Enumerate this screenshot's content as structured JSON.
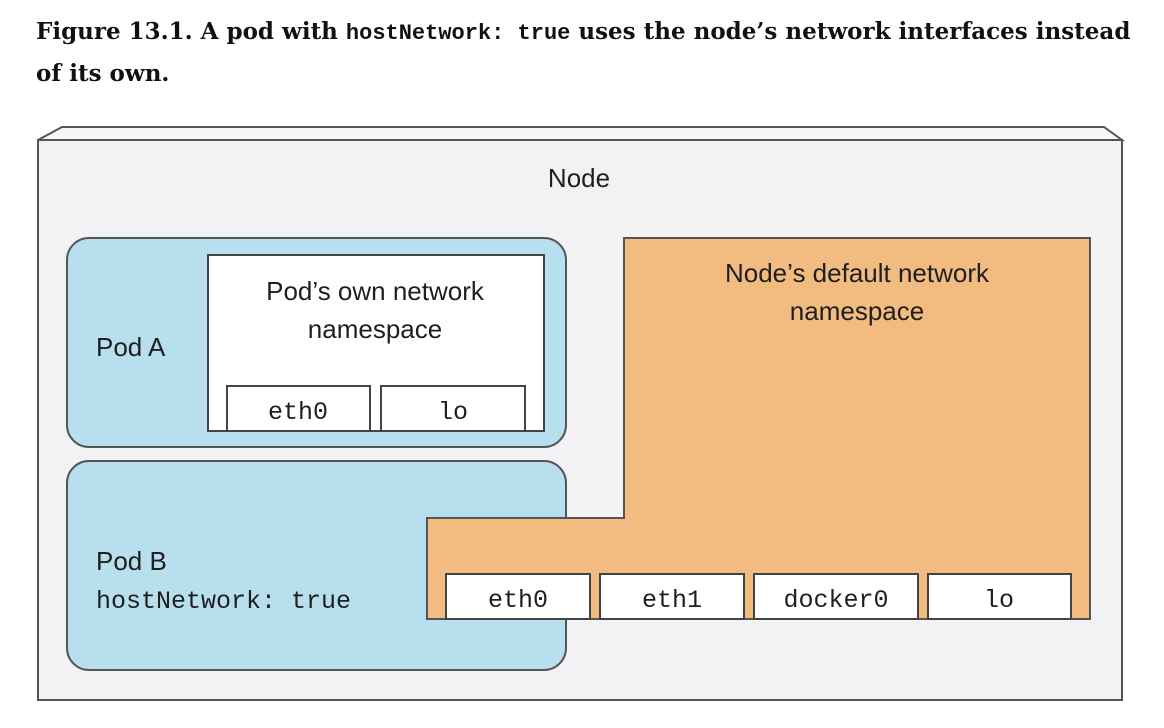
{
  "caption": {
    "prefix": "Figure 13.1. A pod with ",
    "code": "hostNetwork: true",
    "suffix": " uses the node’s network interfaces instead of its own."
  },
  "diagram": {
    "node_label": "Node",
    "pod_a": {
      "label": "Pod A",
      "namespace_line1": "Pod’s own network",
      "namespace_line2": "namespace",
      "interfaces": [
        "eth0",
        "lo"
      ]
    },
    "pod_b": {
      "label": "Pod B",
      "setting": "hostNetwork: true"
    },
    "node_namespace": {
      "line1": "Node’s default network",
      "line2": "namespace",
      "interfaces": [
        "eth0",
        "eth1",
        "docker0",
        "lo"
      ]
    },
    "colors": {
      "node_fill": "#f2f2f4",
      "pod_fill": "#b8dfee",
      "node_namespace_fill": "#f2bb7f",
      "interface_fill": "#ffffff"
    }
  }
}
